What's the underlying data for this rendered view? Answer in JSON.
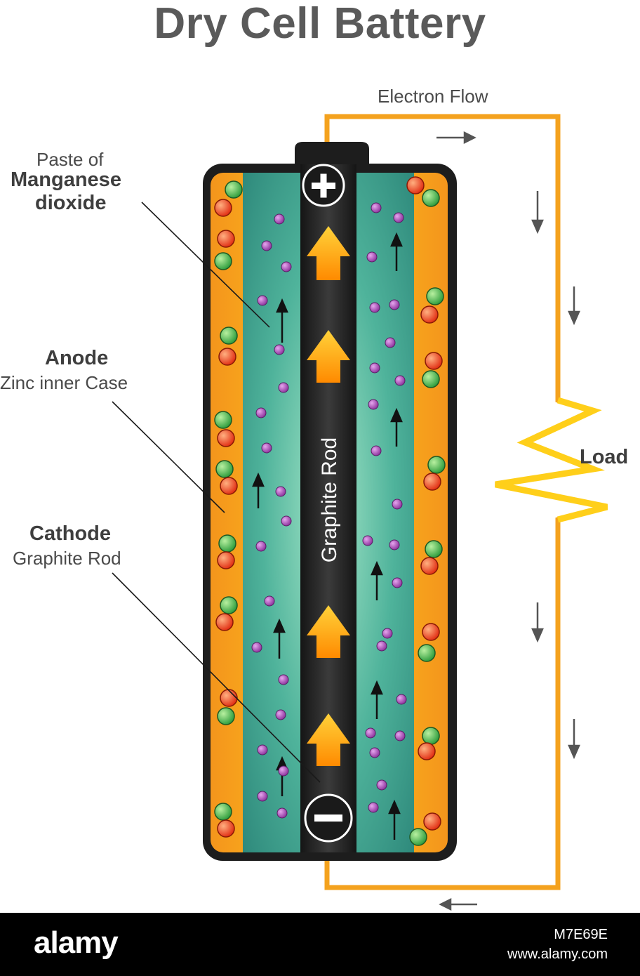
{
  "title": "Dry Cell Battery",
  "labels": {
    "electron_flow": "Electron Flow",
    "load": "Load",
    "graphite_rod": "Graphite Rod",
    "paste_line1": "Paste of",
    "paste_line2": "Manganese",
    "paste_line3": "dioxide",
    "anode_title": "Anode",
    "anode_sub": "Zinc inner Case",
    "cathode_title": "Cathode",
    "cathode_sub": "Graphite Rod",
    "plus_symbol": "+",
    "minus_symbol": "−"
  },
  "watermark": {
    "brand": "alamy",
    "image_id": "M7E69E",
    "url": "www.alamy.com"
  },
  "colors": {
    "case_outer": "#1d1d1d",
    "zinc_orange": "#f49a1e",
    "zinc_yellow": "#ffc61a",
    "paste_green": "#3f9f8e",
    "paste_light": "#96dcc0",
    "rod": "#2b2b2b",
    "circuit": "#f4a21e",
    "arrow_orange": "#ff9a00",
    "ion_purple": "#9b3fa8",
    "ion_red": "#e8411a",
    "ion_green": "#3aa64a"
  }
}
